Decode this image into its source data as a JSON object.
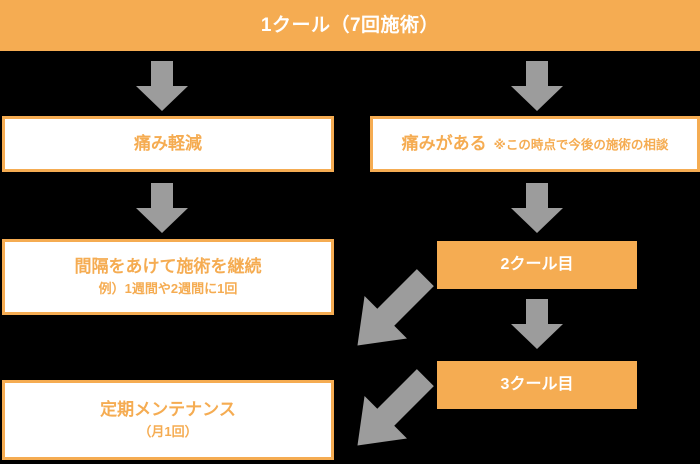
{
  "diagram": {
    "title": "1クール（7回施術）",
    "colors": {
      "accent_orange": "#F5AC52",
      "background": "#000000",
      "box_fill": "#FFFFFF",
      "arrow_gray": "#9C9C9C",
      "text_on_accent": "#FFFFFF"
    },
    "header": {
      "label": "1クール（7回施術）"
    },
    "nodes": {
      "pain_reduced": {
        "label": "痛み軽減",
        "style": "outline"
      },
      "pain_remains": {
        "label": "痛みがある",
        "note": "※この時点で今後の施術の相談",
        "style": "outline"
      },
      "continue_treatment": {
        "label": "間隔をあけて施術を継続",
        "sub_label": "例）1週間や2週間に1回",
        "style": "outline"
      },
      "maintenance": {
        "label": "定期メンテナンス",
        "sub_label": "（月1回）",
        "style": "outline"
      },
      "course2": {
        "label": "2クール目",
        "style": "filled"
      },
      "course3": {
        "label": "3クール目",
        "style": "filled"
      }
    },
    "arrows": {
      "header_to_pain_reduced": "down-arrow",
      "header_to_pain_remains": "down-arrow",
      "pain_reduced_to_continue": "down-arrow",
      "pain_remains_to_course2": "down-arrow",
      "course2_to_course3": "down-arrow",
      "course2_to_continue": "down-left-arrow",
      "course3_to_maintenance": "down-left-arrow"
    }
  }
}
